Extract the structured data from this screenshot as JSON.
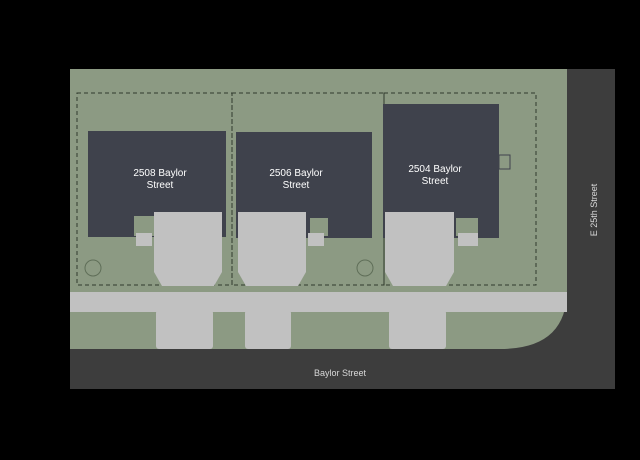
{
  "streets": {
    "bottom": "Baylor Street",
    "right": "E 25th Street"
  },
  "lots": [
    {
      "line1": "2508 Baylor",
      "line2": "Street"
    },
    {
      "line1": "2506 Baylor",
      "line2": "Street"
    },
    {
      "line1": "2504 Baylor",
      "line2": "Street"
    }
  ],
  "colors": {
    "background": "#000000",
    "grass": "#8c9a83",
    "house_roof": "#3f424c",
    "driveway": "#c1c1c1",
    "road": "#3d3d3d",
    "lot_line": "#2f3a2c"
  }
}
